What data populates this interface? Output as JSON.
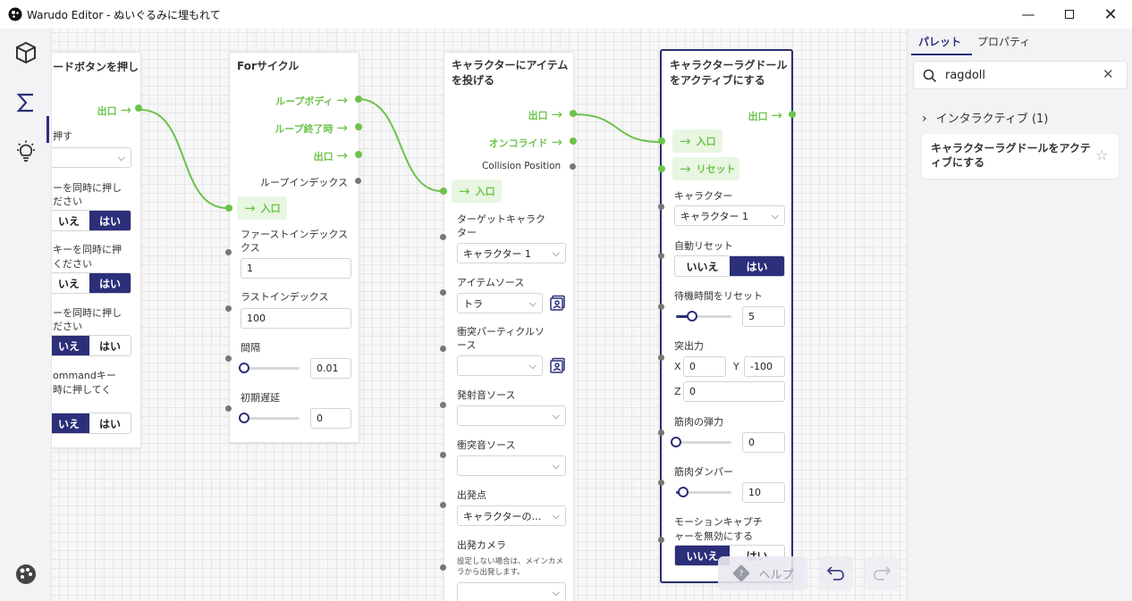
{
  "window": {
    "title": "Warudo Editor - ぬいぐるみに埋もれて"
  },
  "sidebar": {
    "icons": [
      "cube-icon",
      "sigma-icon",
      "lightbulb-icon",
      "palette-icon",
      "panel-toggle-icon"
    ]
  },
  "panel": {
    "tabs": [
      "パレット",
      "プロパティ"
    ],
    "search_value": "ragdoll",
    "category": "インタラクティブ (1)",
    "result": "キャラクターラグドールをアクティブにする"
  },
  "node1": {
    "title": "ードボタンを押し",
    "out": "出口",
    "p1": "押す",
    "p2": "ーを同時に押し",
    "p2b": "ださい",
    "p3": "キーを同時に押",
    "p3b": "ください",
    "p4": "ーを同時に押し",
    "p4b": "ださい",
    "p5": "ommandキー",
    "p5b": "時に押してく",
    "no": "いえ",
    "yes": "はい"
  },
  "node2": {
    "title": "Forサイクル",
    "outs": [
      "ループボディ",
      "ループ終了時",
      "出口"
    ],
    "loop_index": "ループインデックス",
    "in": "入口",
    "first_label": "ファーストインデックス",
    "first_label2": "クス",
    "first": "1",
    "last_label": "ラストインデックス",
    "last": "100",
    "interval_label": "間隔",
    "interval": "0.01",
    "delay_label": "初期遅延",
    "delay": "0"
  },
  "node3": {
    "title": "キャラクターにアイテム",
    "title2": "を投げる",
    "out": "出口",
    "override": "オンコライド",
    "collision": "Collision Position",
    "in": "入口",
    "target_label": "ターゲットキャラク",
    "target_label2": "ター",
    "target": "キャラクター 1",
    "item_label": "アイテムソース",
    "item": "トラ",
    "particle_label": "衝突パーティクルソ",
    "particle_label2": "ース",
    "launch_sound": "発射音ソース",
    "impact_sound": "衝突音ソース",
    "origin_label": "出発点",
    "origin": "キャラクターの…",
    "camera_label": "出発カメラ",
    "camera_note": "設定しない場合は、メインカメ",
    "camera_note2": "ラから出発します。"
  },
  "node4": {
    "title": "キャラクターラグドール",
    "title2": "をアクティブにする",
    "out": "出口",
    "in": "入口",
    "reset": "リセット",
    "char_label": "キャラクター",
    "char": "キャラクター 1",
    "auto_label": "自動リセット",
    "no": "いいえ",
    "yes": "はい",
    "wait_label": "待機時間をリセット",
    "wait": "5",
    "force_label": "突出力",
    "x_label": "X",
    "x": "0",
    "y_label": "Y",
    "y": "-100",
    "z_label": "Z",
    "z": "0",
    "elastic_label": "筋肉の弾力",
    "elastic": "0",
    "damper_label": "筋肉ダンパー",
    "damper": "10",
    "mocap_label": "モーションキャプチ",
    "mocap_label2": "ャーを無効にする"
  },
  "bottom": {
    "help": "ヘルプ"
  }
}
